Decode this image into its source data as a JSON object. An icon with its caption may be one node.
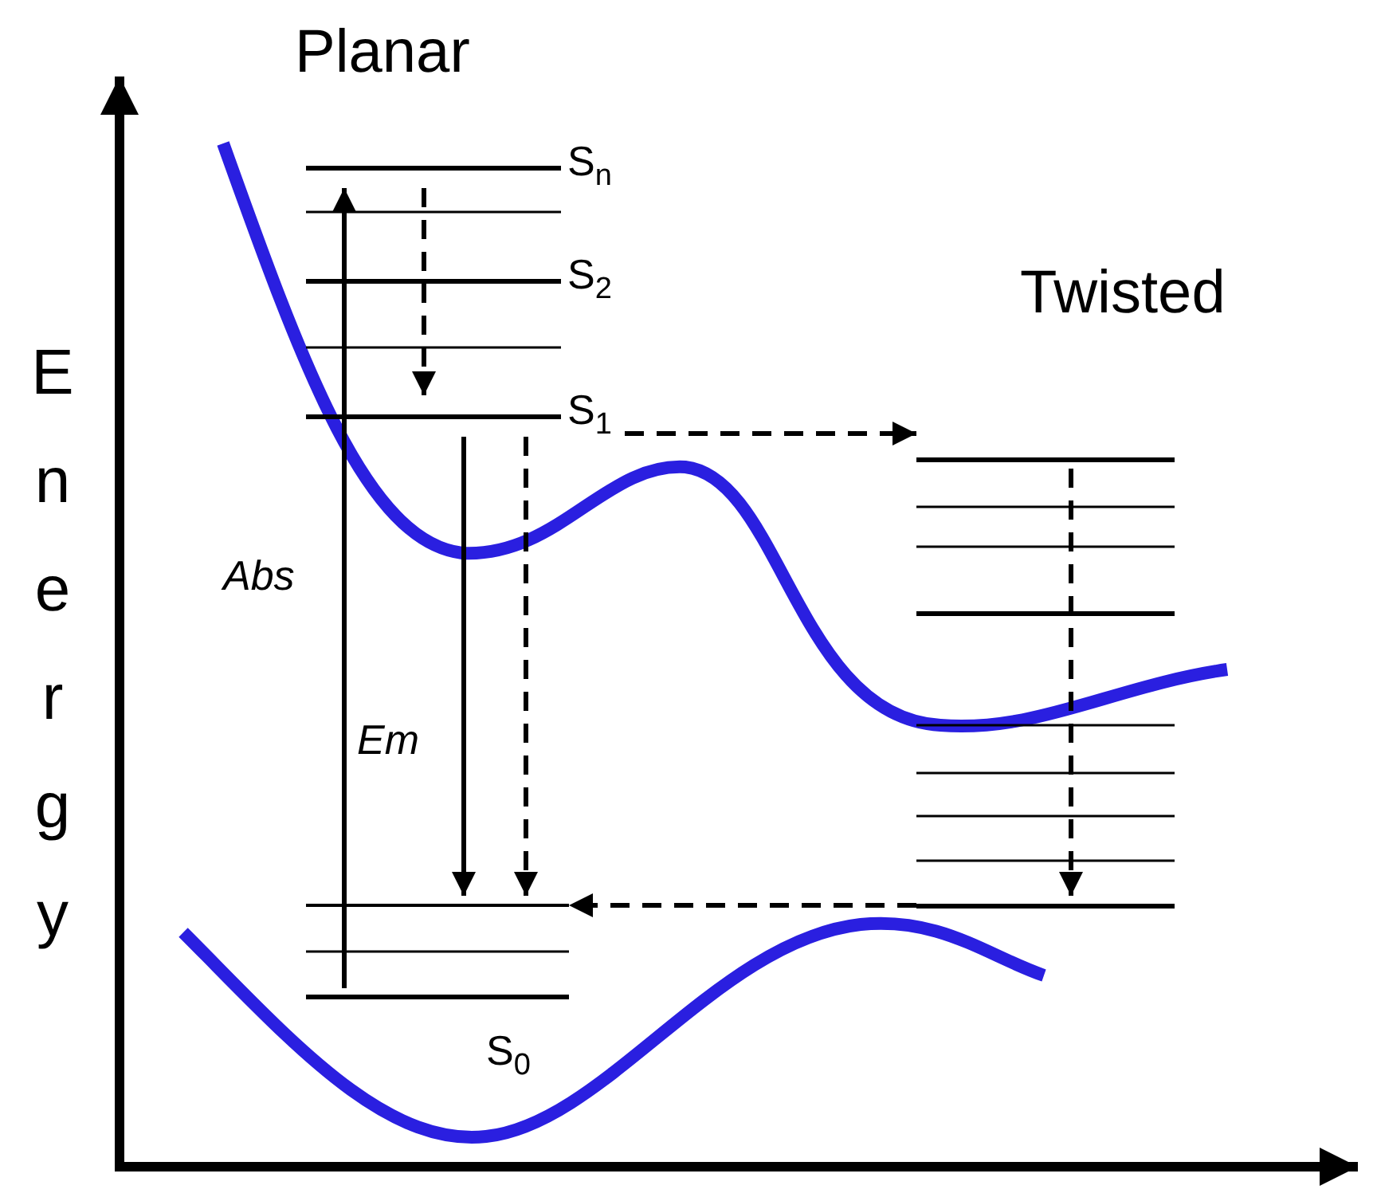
{
  "diagram": {
    "nodes": [
      {
        "text": [
          "S$_{n}$"
        ]
      },
      {
        "text": [
          "S$_{2}$"
        ]
      },
      {
        "text": [
          "S$_{1}$"
        ]
      },
      {
        "text": [
          "S$_{0}$"
        ]
      },
      {
        "text": [],
        "shape": "bar"
      },
      {
        "text": [],
        "shape": "bar"
      },
      {
        "text": [],
        "shape": "bar"
      }
    ],
    "edges": [
      {
        "from": 3,
        "to": 0,
        "arrow": "to",
        "label": "Abs"
      },
      {
        "from": 0,
        "to": 2,
        "arrow": "to",
        "style": "dashed"
      },
      {
        "from": 2,
        "to": 6,
        "arrow": "to",
        "label": "Em"
      },
      {
        "from": 2,
        "to": 6,
        "arrow": "to",
        "style": "dashed"
      },
      {
        "from": 2,
        "to": 4,
        "arrow": "to",
        "style": "dashed"
      },
      {
        "from": 4,
        "to": 5,
        "arrow": "to",
        "style": "dashed"
      },
      {
        "from": 5,
        "to": 6,
        "arrow": "to",
        "style": "dashed"
      }
    ],
    "labels": [
      "Planar",
      "Twisted",
      "Energy"
    ]
  }
}
